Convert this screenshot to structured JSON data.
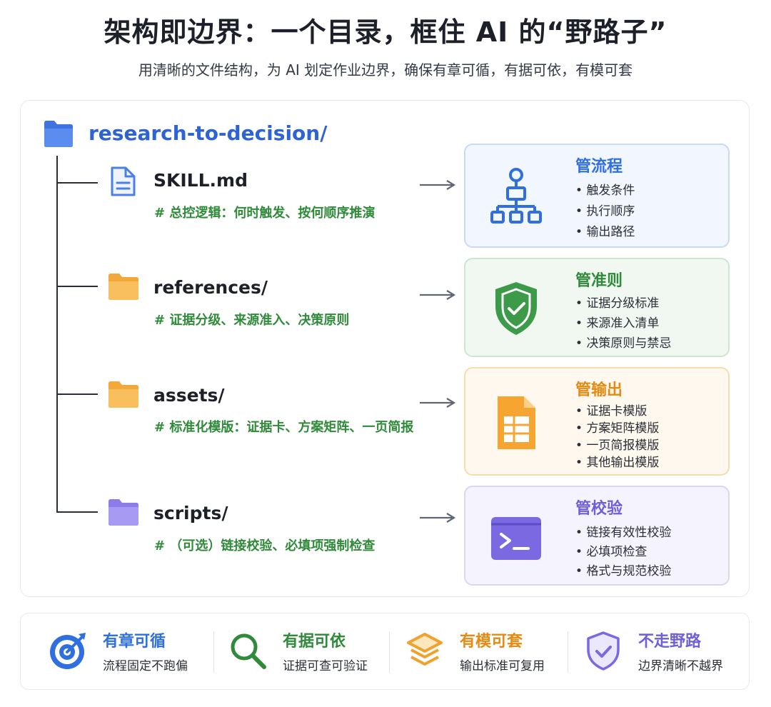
{
  "header": {
    "title": "架构即边界：一个目录，框住 AI 的“野路子”",
    "subtitle": "用清晰的文件结构，为 AI 划定作业边界，确保有章可循，有据可依，有模可套"
  },
  "tree": {
    "root_label": "research-to-decision/",
    "root_icon": "folder-icon",
    "items": [
      {
        "label": "SKILL.md",
        "comment": "# 总控逻辑：何时触发、按何顺序推演",
        "icon": "document-icon",
        "color": "#4a7fe6"
      },
      {
        "label": "references/",
        "comment": "# 证据分级、来源准入、决策原则",
        "icon": "folder-icon",
        "color": "#f6b44c"
      },
      {
        "label": "assets/",
        "comment": "# 标准化模版：证据卡、方案矩阵、一页简报",
        "icon": "folder-icon",
        "color": "#f6b44c"
      },
      {
        "label": "scripts/",
        "comment": "# （可选）链接校验、必填项强制检查",
        "icon": "folder-icon",
        "color": "#9c8ef0"
      }
    ]
  },
  "cards": [
    {
      "title": "管流程",
      "icon": "flowchart-icon",
      "accent": "#2f6fe0",
      "bg": "#f2f6fe",
      "border": "#c9d9f6",
      "bullets": [
        "触发条件",
        "执行顺序",
        "输出路径"
      ]
    },
    {
      "title": "管准则",
      "icon": "shield-check-icon",
      "accent": "#2f8a3a",
      "bg": "#f1f8f1",
      "border": "#cde6cf",
      "bullets": [
        "证据分级标准",
        "来源准入清单",
        "决策原则与禁忌"
      ]
    },
    {
      "title": "管输出",
      "icon": "spreadsheet-icon",
      "accent": "#e58a12",
      "bg": "#fef8ee",
      "border": "#f7dcae",
      "bullets": [
        "证据卡模版",
        "方案矩阵模版",
        "一页简报模版",
        "其他输出模版"
      ]
    },
    {
      "title": "管校验",
      "icon": "terminal-icon",
      "accent": "#6f5fd8",
      "bg": "#f5f3fd",
      "border": "#dcd6f5",
      "bullets": [
        "链接有效性校验",
        "必填项检查",
        "格式与规范校验"
      ]
    }
  ],
  "principles": [
    {
      "title": "有章可循",
      "desc": "流程固定不跑偏",
      "icon": "target-icon",
      "accent": "#2f6fe0"
    },
    {
      "title": "有据可依",
      "desc": "证据可查可验证",
      "icon": "magnifier-icon",
      "accent": "#2f8a3a"
    },
    {
      "title": "有模可套",
      "desc": "输出标准可复用",
      "icon": "layers-icon",
      "accent": "#e58a12"
    },
    {
      "title": "不走野路",
      "desc": "边界清晰不越界",
      "icon": "shield-check-icon",
      "accent": "#6f5fd8"
    }
  ]
}
